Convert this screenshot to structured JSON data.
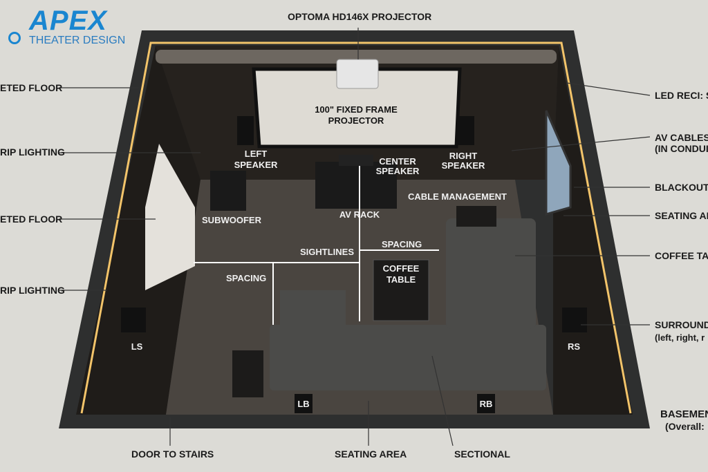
{
  "logo": {
    "name": "APEX",
    "tagline": "THEATER DESIGN",
    "color": "#1a86d0"
  },
  "top_label": "OPTOMA HD146X PROJECTOR",
  "left_labels": [
    "ETED FLOOR",
    "RIP LIGHTING",
    "ETED FLOOR",
    "RIP LIGHTING"
  ],
  "right_labels": {
    "led": "LED RECI: S",
    "av1": "AV CABLES",
    "av2": "(IN CONDUIT",
    "blackout": "BLACKOUT",
    "seating": "SEATING AR",
    "coffee": "COFFEE TA",
    "surround1": "SURROUND",
    "surround2": "(left, right, r",
    "basement1": "BASEMEN",
    "basement2": "(Overall:"
  },
  "bottom_labels": {
    "door": "DOOR TO STAIRS",
    "seating": "SEATING AREA",
    "sectional": "SECTIONAL"
  },
  "inner": {
    "screen1": "100\" FIXED FRAME",
    "screen2": "PROJECTOR",
    "left_speaker1": "LEFT",
    "left_speaker2": "SPEAKER",
    "center_speaker1": "CENTER",
    "center_speaker2": "SPEAKER",
    "right_speaker1": "RIGHT",
    "right_speaker2": "SPEAKER",
    "subwoofer": "SUBWOOFER",
    "av_rack": "AV RACK",
    "cable_mgmt": "CABLE MANAGEMENT",
    "sightlines": "SIGHTLINES",
    "spacing_right": "SPACING",
    "spacing_left": "SPACING",
    "coffee1": "COFFEE",
    "coffee2": "TABLE",
    "ls": "LS",
    "rs": "RS",
    "lb": "LB",
    "rb": "RB"
  },
  "colors": {
    "background": "#dcdbd6",
    "frame": "#2e2f2f",
    "wall": "#26221e",
    "floor": "#4a4540",
    "led": "#f3c46a",
    "sofa": "#4b4b49"
  }
}
